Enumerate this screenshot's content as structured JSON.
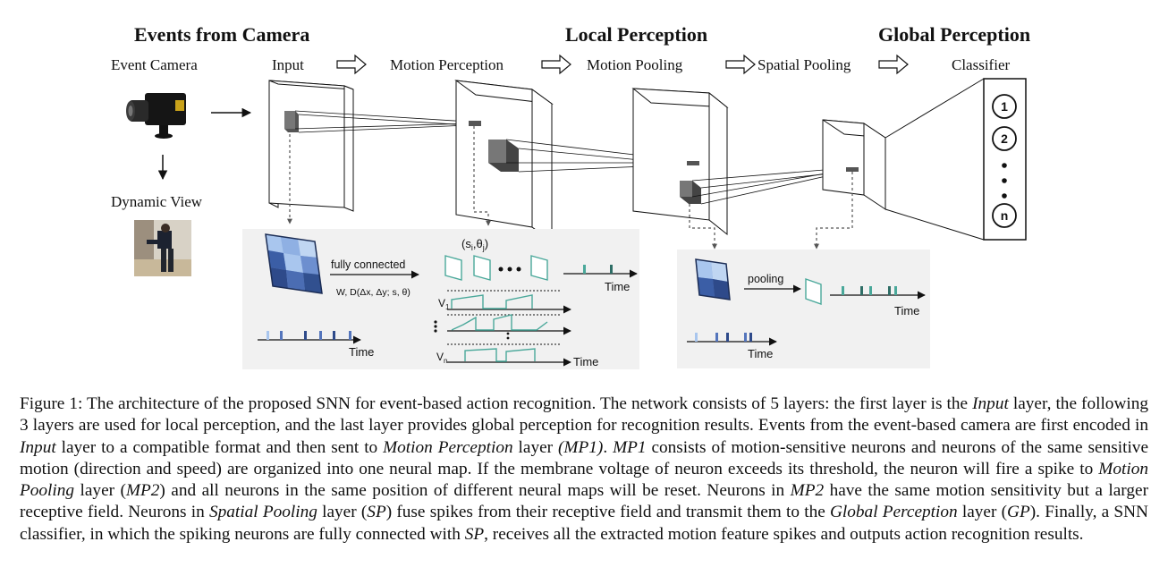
{
  "headings": {
    "events": "Events from Camera",
    "local": "Local Perception",
    "global": "Global Perception"
  },
  "stage_labels": {
    "event_camera": "Event Camera",
    "input": "Input",
    "motion_perception": "Motion Perception",
    "motion_pooling": "Motion Pooling",
    "spatial_pooling": "Spatial Pooling",
    "classifier": "Classifier",
    "dynamic_view": "Dynamic View"
  },
  "classifier_nodes": {
    "first": "1",
    "second": "2",
    "last": "n"
  },
  "panel_left": {
    "fully_connected": "fully connected",
    "formula": "W, D(Δx, Δy; s, θ)",
    "time": "Time",
    "param": "(s",
    "param_i": "i",
    "param_mid": ",θ",
    "param_j": "j",
    "param_end": ")",
    "time_top": "Time",
    "v1": "V",
    "v1_sub": "1",
    "vn": "V",
    "vn_sub": "n",
    "time_vn": "Time"
  },
  "panel_right": {
    "pooling": "pooling",
    "time_top": "Time",
    "time_bottom": "Time"
  },
  "colors": {
    "teal": "#4aa89a",
    "grid_dark": "#2e4a8a",
    "grid_light": "#a9c6ee",
    "panel_bg": "#f1f1f1",
    "spike_dark": "#1f3a78"
  },
  "caption": {
    "p1": "Figure 1: The architecture of the proposed SNN for event-based action recognition. The network consists of 5 layers: the first layer is the ",
    "i1": "Input",
    "p2": " layer, the following 3 layers are used for local perception, and the last layer provides global perception for recognition results. Events from the event-based camera are first encoded in ",
    "i2": "Input",
    "p3": " layer to a compatible format and then sent to ",
    "i3": "Motion Perception",
    "p4": " layer ",
    "i4": "(MP1)",
    "p5": ". ",
    "i5": "MP1",
    "p6": " consists of motion-sensitive neurons and neurons of the same sensitive motion (direction and speed) are organized into one neural map. If the membrane voltage of neuron exceeds its threshold, the neuron will fire a spike to ",
    "i6": "Motion Pooling",
    "p7": " layer (",
    "i7": "MP2",
    "p8": ") and all neurons in the same position of different neural maps will be reset. Neurons in ",
    "i8": "MP2",
    "p9": " have the same motion sensitivity but a larger receptive field. Neurons in ",
    "i9": "Spatial Pooling",
    "p10": " layer (",
    "i10": "SP",
    "p11": ") fuse spikes from their receptive field and transmit them to the ",
    "i11": "Global Perception",
    "p12": " layer (",
    "i12": "GP",
    "p13": "). Finally, a SNN classifier, in which the spiking neurons are fully connected with ",
    "i13": "SP",
    "p14": ", receives all the extracted motion feature spikes and outputs action recognition results."
  }
}
